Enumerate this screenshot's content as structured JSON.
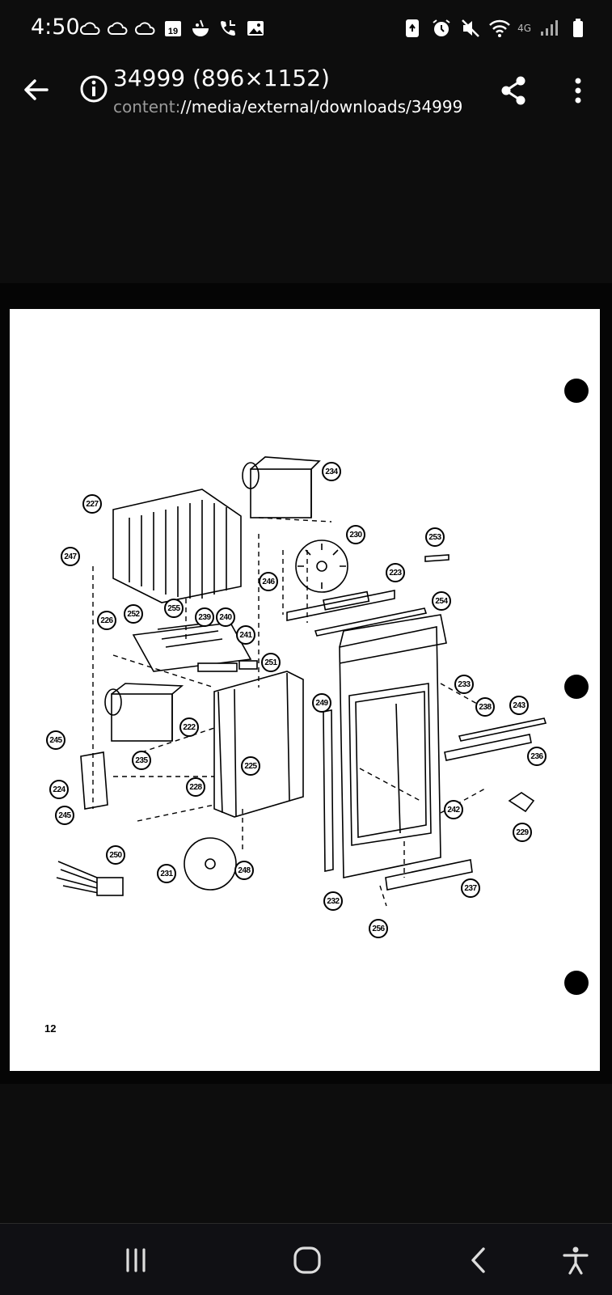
{
  "status": {
    "time": "4:50",
    "calendar_day": "19",
    "network": "4G",
    "left_icons": [
      "cloud-icon",
      "cloud-icon",
      "cloud-icon",
      "calendar-icon",
      "food-icon",
      "call-icon",
      "gallery-icon"
    ],
    "right_icons": [
      "recycle-icon",
      "alarm-icon",
      "mute-icon",
      "wifi-icon",
      "signal-icon",
      "battery-icon"
    ]
  },
  "appbar": {
    "title": "34999 (896×1152)",
    "path_scheme": "content:",
    "path_rest": "//media/external/downloads/34999"
  },
  "diagram": {
    "page_number": "12",
    "callouts": [
      "227",
      "247",
      "234",
      "230",
      "253",
      "223",
      "246",
      "254",
      "226",
      "252",
      "255",
      "239",
      "240",
      "241",
      "251",
      "233",
      "238",
      "243",
      "249",
      "222",
      "245",
      "235",
      "236",
      "224",
      "245",
      "228",
      "225",
      "242",
      "229",
      "250",
      "231",
      "248",
      "232",
      "237",
      "256"
    ]
  },
  "nav": {
    "buttons": [
      "recents-button",
      "home-button",
      "back-button",
      "accessibility-button"
    ]
  }
}
